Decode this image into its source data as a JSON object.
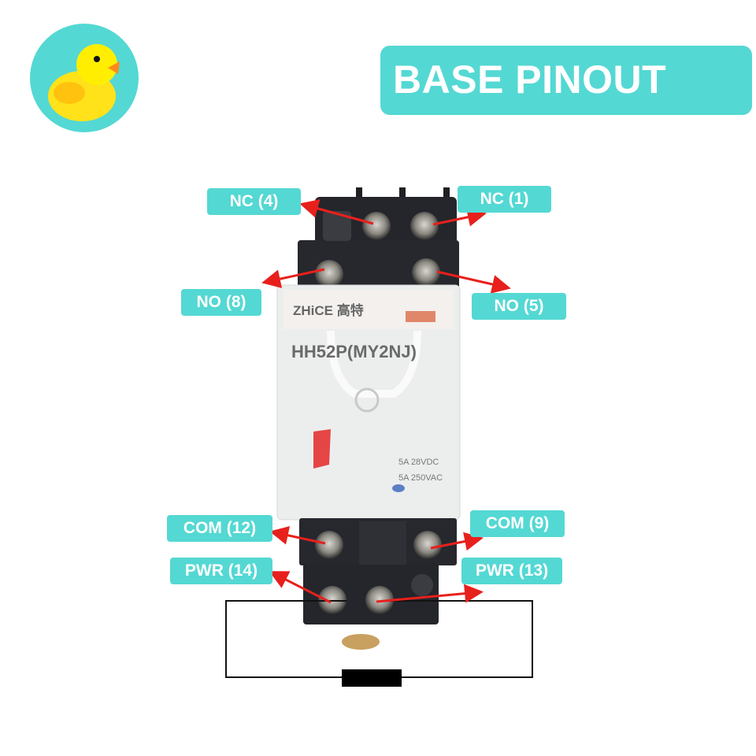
{
  "title": "BASE PINOUT",
  "logo": {
    "icon": "rubber-duck-icon",
    "bg_color": "#54d8d3"
  },
  "relay": {
    "brand": "ZHiCE 高特",
    "model": "HH52P(MY2NJ)",
    "rating_dc": "5A 28VDC",
    "rating_ac": "5A 250VAC"
  },
  "pins": {
    "nc4": "NC (4)",
    "nc1": "NC (1)",
    "no8": "NO (8)",
    "no5": "NO (5)",
    "com12": "COM (12)",
    "com9": "COM (9)",
    "pwr14": "PWR (14)",
    "pwr13": "PWR (13)"
  },
  "colors": {
    "accent": "#54d8d3",
    "arrow": "#e8201c",
    "label_text": "#ffffff"
  }
}
